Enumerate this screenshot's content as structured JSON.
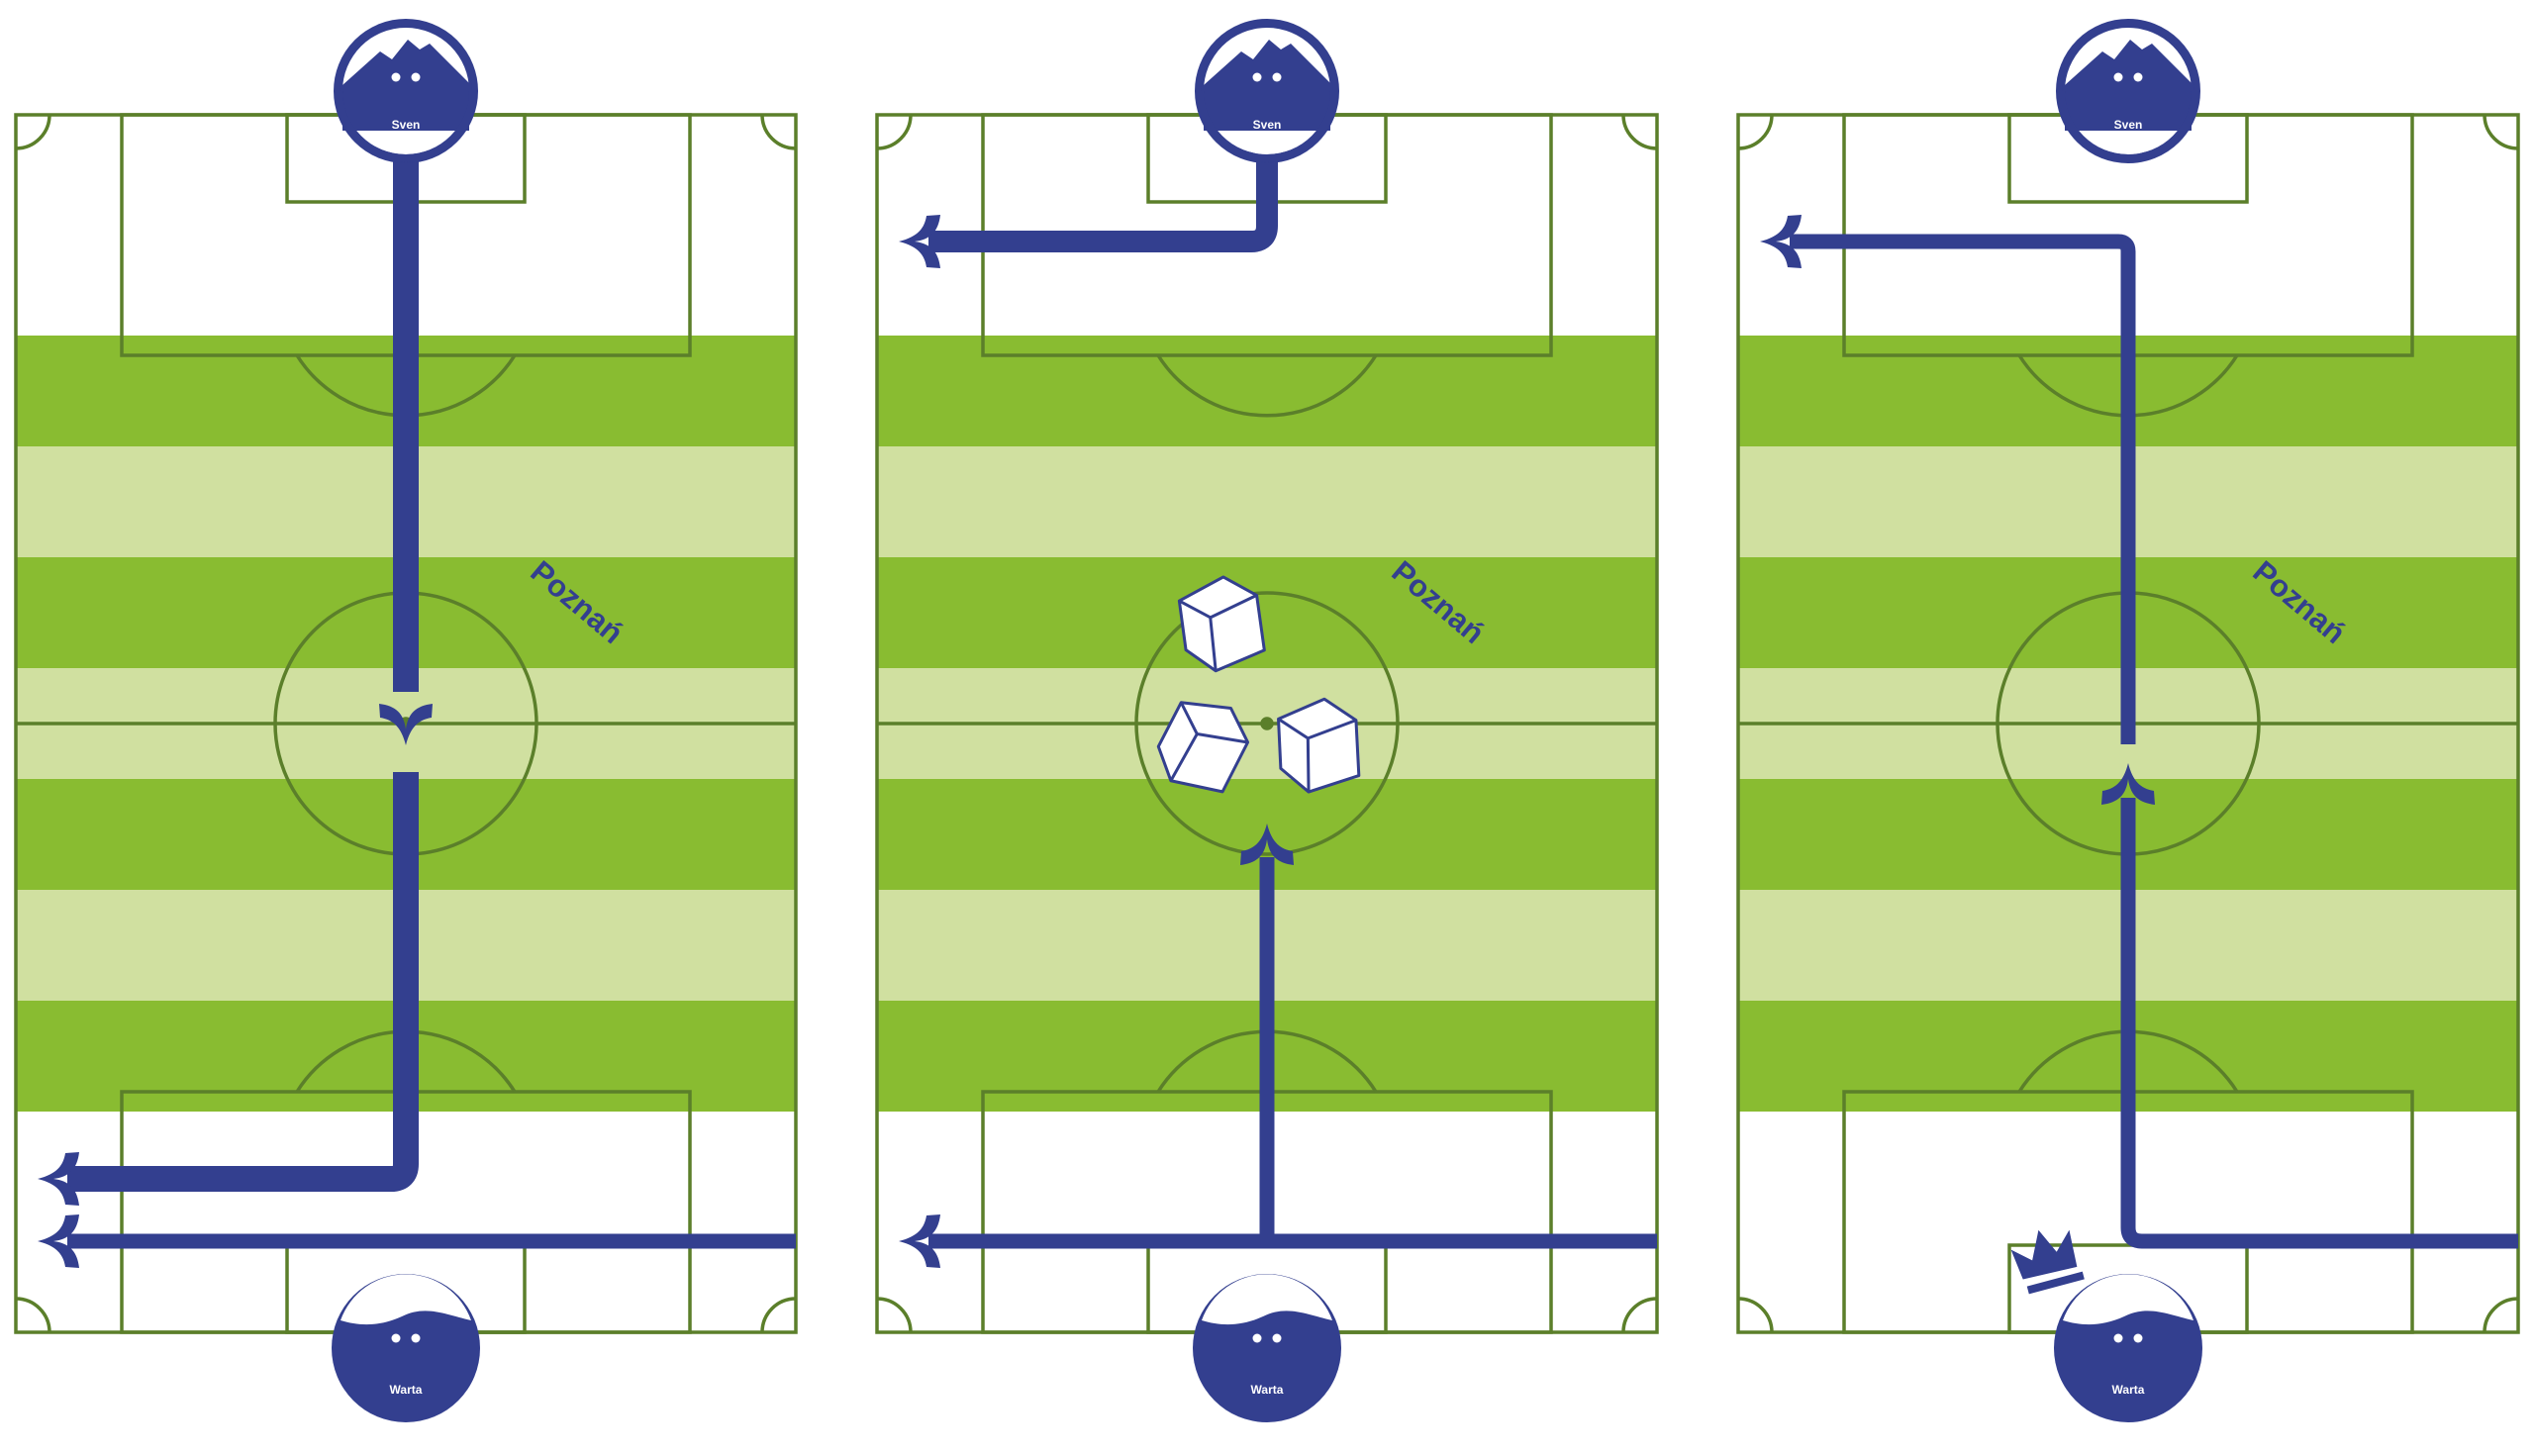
{
  "panels": [
    {
      "id": "pitch-1",
      "city_label": "Poznań",
      "top_avatar": {
        "name": "Sven",
        "icon": "mountain-face-icon"
      },
      "bottom_avatar": {
        "name": "Warta",
        "icon": "wave-face-icon"
      },
      "extras": []
    },
    {
      "id": "pitch-2",
      "city_label": "Poznań",
      "top_avatar": {
        "name": "Sven",
        "icon": "mountain-face-icon"
      },
      "bottom_avatar": {
        "name": "Warta",
        "icon": "wave-face-icon"
      },
      "extras": [
        "dice-icon",
        "dice-icon",
        "dice-icon"
      ]
    },
    {
      "id": "pitch-3",
      "city_label": "Poznań",
      "top_avatar": {
        "name": "Sven",
        "icon": "mountain-face-icon"
      },
      "bottom_avatar": {
        "name": "Warta",
        "icon": "wave-face-icon"
      },
      "extras": [
        "crown-icon"
      ]
    }
  ],
  "colors": {
    "pitch_line": "#5b7f2a",
    "grass_dark": "#89bc31",
    "grass_light": "#d0e0a0",
    "path": "#333f8f",
    "avatar": "#333f8f",
    "avatar_text": "#ffffff"
  }
}
